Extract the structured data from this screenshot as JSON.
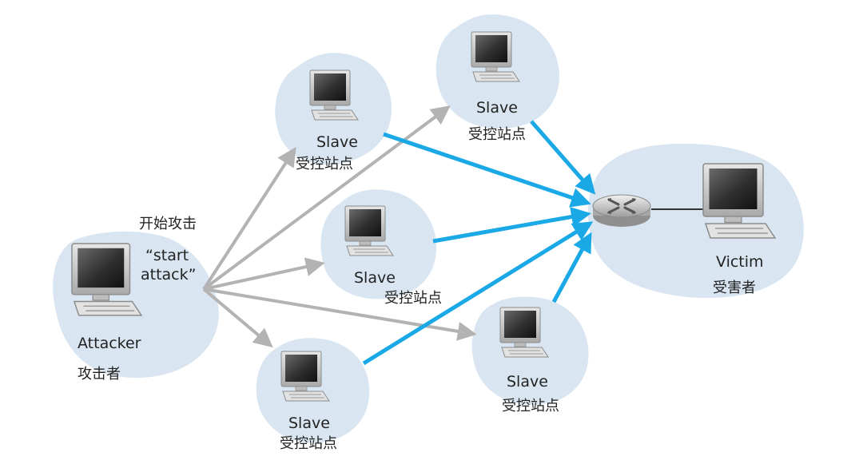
{
  "attacker": {
    "name": "Attacker",
    "name_cn": "攻击者",
    "command_cn": "开始攻击",
    "command_line1": "“start",
    "command_line2": "attack”"
  },
  "slaves": [
    {
      "id": "slave-top-left",
      "name": "Slave",
      "name_cn": "受控站点"
    },
    {
      "id": "slave-top-right",
      "name": "Slave",
      "name_cn": "受控站点"
    },
    {
      "id": "slave-middle",
      "name": "Slave",
      "name_cn": "受控站点"
    },
    {
      "id": "slave-bottom-left",
      "name": "Slave",
      "name_cn": "受控站点"
    },
    {
      "id": "slave-bottom-right",
      "name": "Slave",
      "name_cn": "受控站点"
    }
  ],
  "victim": {
    "name": "Victim",
    "name_cn": "受害者"
  },
  "colors": {
    "cloud": "#d9e6f1",
    "command_arrow": "#b3b3b3",
    "attack_arrow": "#1aa9e6",
    "router": "#cfcfcf",
    "monitor_frame": "#c8c8c8",
    "screen": "#333333"
  },
  "icons": {
    "computer": "desktop-computer-icon",
    "router": "router-icon"
  }
}
